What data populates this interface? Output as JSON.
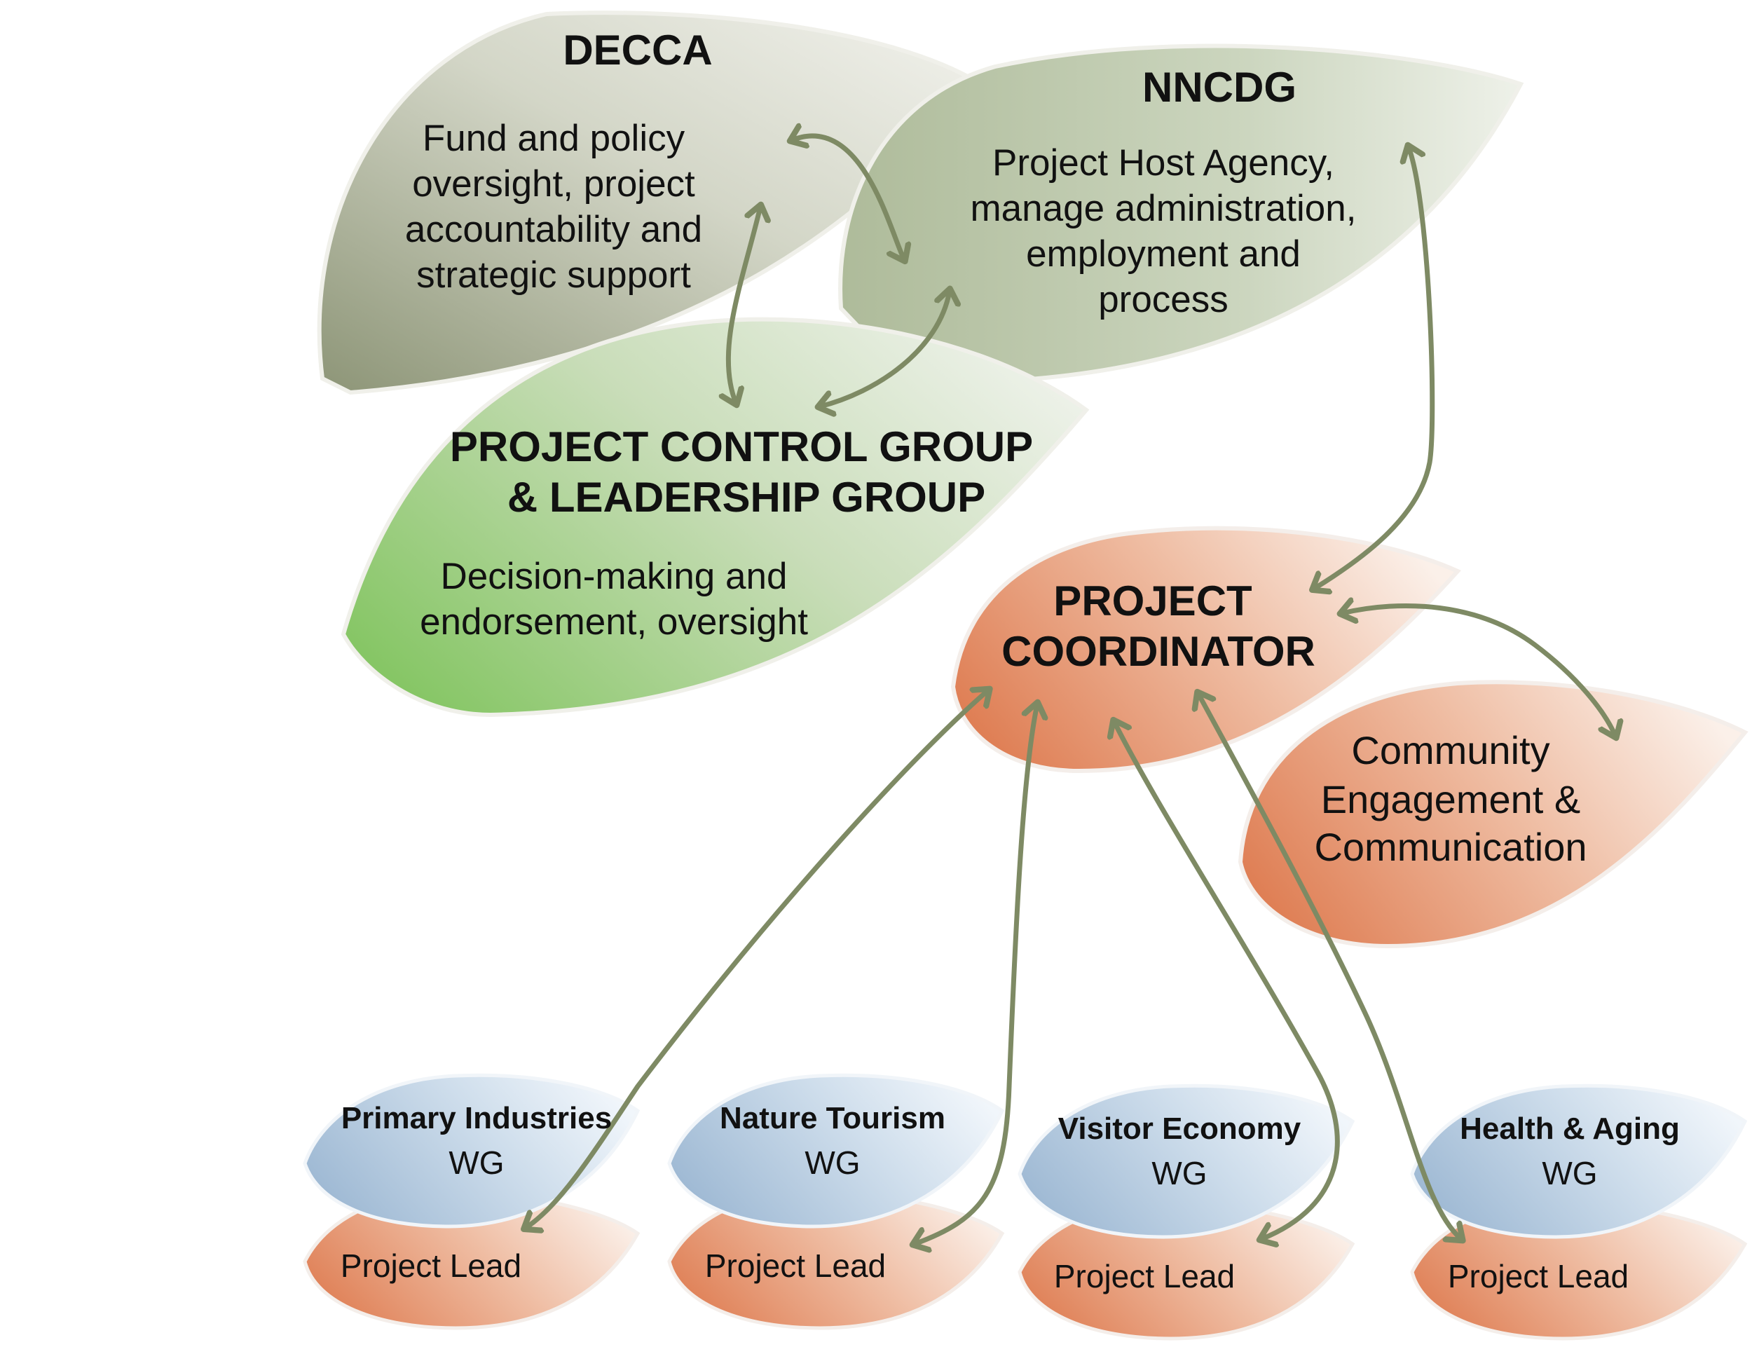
{
  "nodes": {
    "decca": {
      "title": "DECCA",
      "lines": [
        "Fund and policy",
        "oversight, project",
        "accountability and",
        "strategic support"
      ]
    },
    "nncdg": {
      "title": "NNCDG",
      "lines": [
        "Project Host Agency,",
        "manage administration,",
        "employment and",
        "process"
      ]
    },
    "pcg": {
      "title_lines": [
        "PROJECT CONTROL GROUP",
        "& LEADERSHIP GROUP"
      ],
      "lines": [
        "Decision-making and",
        "endorsement, oversight"
      ]
    },
    "coordinator": {
      "title_lines": [
        "PROJECT",
        "COORDINATOR"
      ]
    },
    "community": {
      "lines": [
        "Community",
        "Engagement &",
        "Communication"
      ]
    }
  },
  "working_groups": [
    {
      "name": "Primary Industries",
      "suffix": "WG",
      "lead": "Project Lead"
    },
    {
      "name": "Nature Tourism",
      "suffix": "WG",
      "lead": "Project Lead"
    },
    {
      "name": "Visitor Economy",
      "suffix": "WG",
      "lead": "Project Lead"
    },
    {
      "name": "Health & Aging",
      "suffix": "WG",
      "lead": "Project Lead"
    }
  ],
  "colors": {
    "olive": "#9aa386",
    "sage": "#b5c4a4",
    "green": "#8ec86f",
    "orange": "#e2865e",
    "blue": "#a9c3dc",
    "arrow": "#7e8a64"
  }
}
